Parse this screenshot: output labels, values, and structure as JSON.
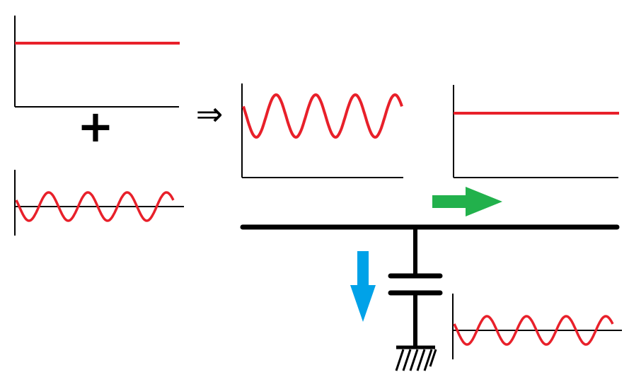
{
  "plus_symbol": "+",
  "implies_symbol": "⇒",
  "colors": {
    "signal": "#e8202a",
    "axis": "#000000",
    "dc_flow_arrow": "#22b14c",
    "ac_flow_arrow": "#00a2e8",
    "background": "#ffffff"
  },
  "panels": [
    {
      "id": "dc-input",
      "waveform": "constant"
    },
    {
      "id": "ac-input",
      "waveform": "sine",
      "cycles": 4
    },
    {
      "id": "combined-signal",
      "waveform": "sine-with-offset",
      "cycles": 4
    },
    {
      "id": "dc-output",
      "waveform": "constant"
    },
    {
      "id": "ac-output",
      "waveform": "sine",
      "cycles": 4
    }
  ],
  "icons": {
    "dc_arrow": "right-arrow-icon",
    "ac_arrow": "down-arrow-icon",
    "capacitor": "capacitor-icon",
    "ground": "ground-icon"
  }
}
